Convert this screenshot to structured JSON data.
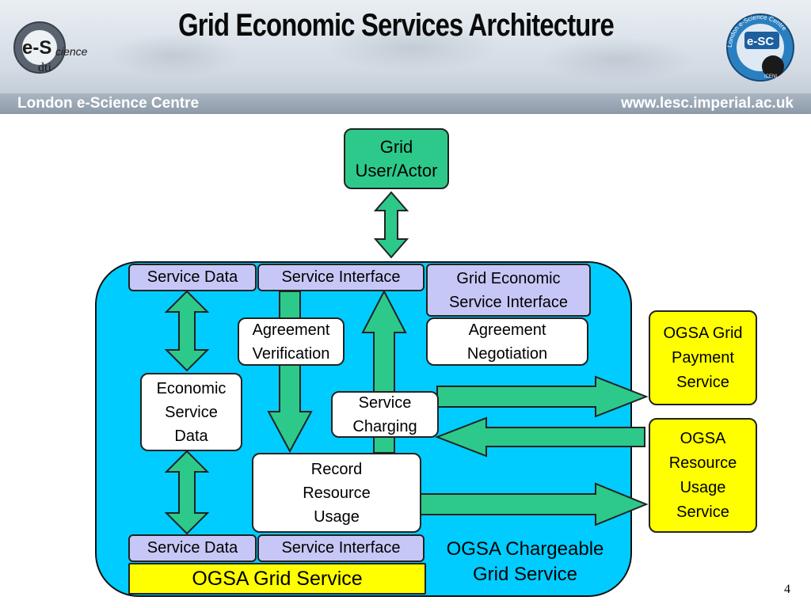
{
  "header": {
    "title": "Grid Economic Services Architecture",
    "left_band": "London e-Science Centre",
    "right_band": "www.lesc.imperial.ac.uk",
    "logo_left_text_1": "e-S",
    "logo_left_text_2": "cience",
    "logo_left_text_3": "dti",
    "logo_right_text": "e-SC",
    "logo_right_ring": "London e-Science Centre",
    "logo_right_badge": "ICENI"
  },
  "diagram": {
    "grid_user": [
      "Grid",
      "User/Actor"
    ],
    "service_data_top": "Service Data",
    "service_interface_top": "Service Interface",
    "grid_economic_interface": [
      "Grid Economic",
      "Service Interface"
    ],
    "agreement_verification": [
      "Agreement",
      "Verification"
    ],
    "agreement_negotiation": [
      "Agreement",
      "Negotiation"
    ],
    "economic_service_data": [
      "Economic",
      "Service",
      "Data"
    ],
    "service_charging": [
      "Service",
      "Charging"
    ],
    "record_resource_usage": [
      "Record",
      "Resource",
      "Usage"
    ],
    "service_data_bottom": "Service Data",
    "service_interface_bottom": "Service Interface",
    "ogsa_grid_service": "OGSA Grid Service",
    "ogsa_chargeable": [
      "OGSA Chargeable",
      "Grid Service"
    ],
    "ogsa_payment": [
      "OGSA Grid",
      "Payment",
      "Service"
    ],
    "ogsa_resource_usage": [
      "OGSA",
      "Resource",
      "Usage",
      "Service"
    ]
  },
  "colors": {
    "green": "#2dc98a",
    "container": "#00ccff",
    "lavender": "#c7c7f7",
    "yellow": "#ffff00"
  },
  "page_number": "4"
}
